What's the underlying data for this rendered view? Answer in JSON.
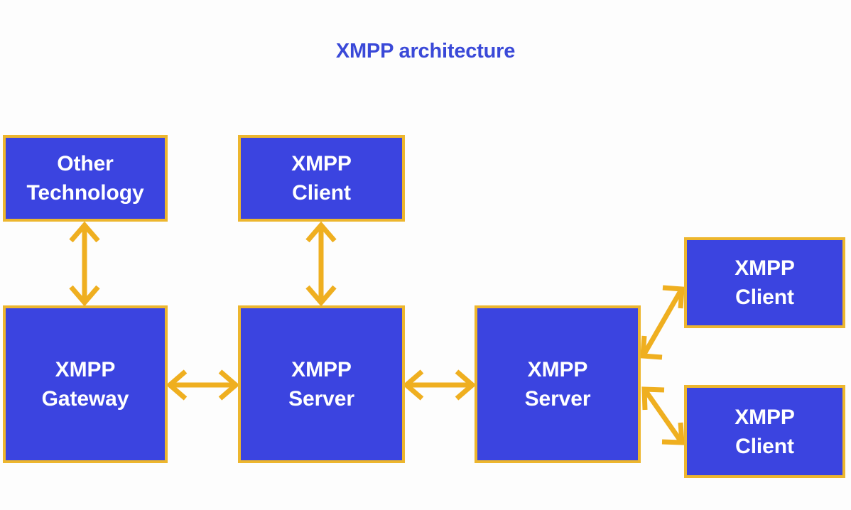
{
  "page": {
    "title": "XMPP architecture",
    "background_color": "#FDFDFD",
    "title_color": "#3A49D8",
    "node_fill_color": "#3B44E0",
    "node_border_color": "#EDB62E",
    "node_text_color": "#FFFFFF",
    "arrow_color": "#EFAF20"
  },
  "nodes": [
    {
      "id": "other-technology",
      "label": "Other\nTechnology"
    },
    {
      "id": "xmpp-client-top",
      "label": "XMPP\nClient"
    },
    {
      "id": "xmpp-gateway",
      "label": "XMPP\nGateway"
    },
    {
      "id": "xmpp-server-1",
      "label": "XMPP\nServer"
    },
    {
      "id": "xmpp-server-2",
      "label": "XMPP\nServer"
    },
    {
      "id": "xmpp-client-right-top",
      "label": "XMPP\nClient"
    },
    {
      "id": "xmpp-client-right-bottom",
      "label": "XMPP\nClient"
    }
  ],
  "connections": [
    {
      "id": "other-technology--xmpp-gateway",
      "from": "other-technology",
      "to": "xmpp-gateway",
      "direction": "bidirectional",
      "orientation": "vertical"
    },
    {
      "id": "xmpp-client-top--xmpp-server-1",
      "from": "xmpp-client-top",
      "to": "xmpp-server-1",
      "direction": "bidirectional",
      "orientation": "vertical"
    },
    {
      "id": "xmpp-gateway--xmpp-server-1",
      "from": "xmpp-gateway",
      "to": "xmpp-server-1",
      "direction": "bidirectional",
      "orientation": "horizontal"
    },
    {
      "id": "xmpp-server-1--xmpp-server-2",
      "from": "xmpp-server-1",
      "to": "xmpp-server-2",
      "direction": "bidirectional",
      "orientation": "horizontal"
    },
    {
      "id": "xmpp-server-2--xmpp-client-right-top",
      "from": "xmpp-server-2",
      "to": "xmpp-client-right-top",
      "direction": "bidirectional",
      "orientation": "diagonal-up"
    },
    {
      "id": "xmpp-server-2--xmpp-client-right-bottom",
      "from": "xmpp-server-2",
      "to": "xmpp-client-right-bottom",
      "direction": "bidirectional",
      "orientation": "diagonal-down"
    }
  ]
}
